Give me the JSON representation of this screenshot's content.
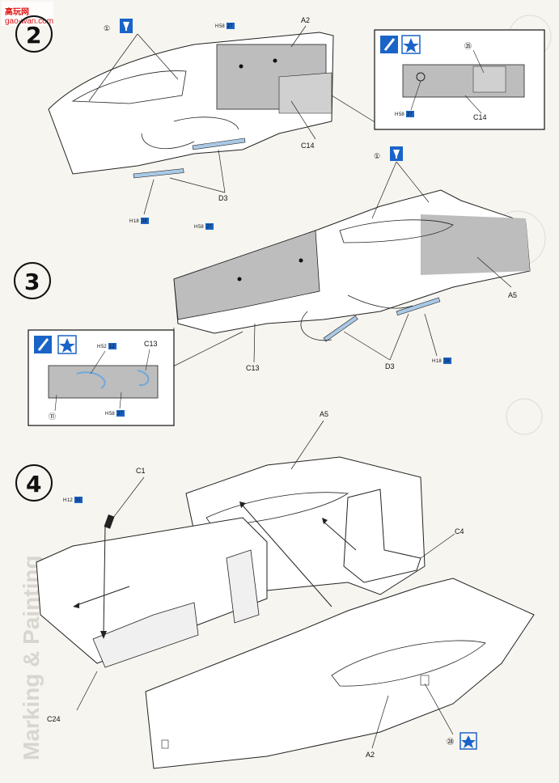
{
  "watermark": {
    "title": "高玩网",
    "sub": "gao-wan.com"
  },
  "steps": [
    {
      "number": "2"
    },
    {
      "number": "3"
    },
    {
      "number": "4"
    }
  ],
  "markers": {
    "circled_1": "①",
    "circled_11": "⑪",
    "circled_28": "㉘",
    "circled_35": "㉟"
  },
  "part_labels": {
    "A2_top": "A2",
    "C14_main": "C14",
    "C14_inset": "C14",
    "D3_step2": "D3",
    "A5_step3": "A5",
    "C13_main": "C13",
    "C13_inset": "C13",
    "D3_step3": "D3",
    "A5_step4": "A5",
    "C1": "C1",
    "C4": "C4",
    "C24": "C24",
    "A2_bottom": "A2"
  },
  "paint_codes": [
    {
      "letter": "H",
      "code": "58",
      "num": "27"
    },
    {
      "letter": "H",
      "code": "58",
      "num": "27"
    },
    {
      "letter": "H",
      "code": "18",
      "num": "28"
    },
    {
      "letter": "H",
      "code": "58",
      "num": "27"
    },
    {
      "letter": "H",
      "code": "52",
      "num": "12"
    },
    {
      "letter": "H",
      "code": "58",
      "num": "27"
    },
    {
      "letter": "H",
      "code": "18",
      "num": "28"
    },
    {
      "letter": "H",
      "code": "12",
      "num": "33"
    }
  ],
  "side_text": "Marking & Painting"
}
